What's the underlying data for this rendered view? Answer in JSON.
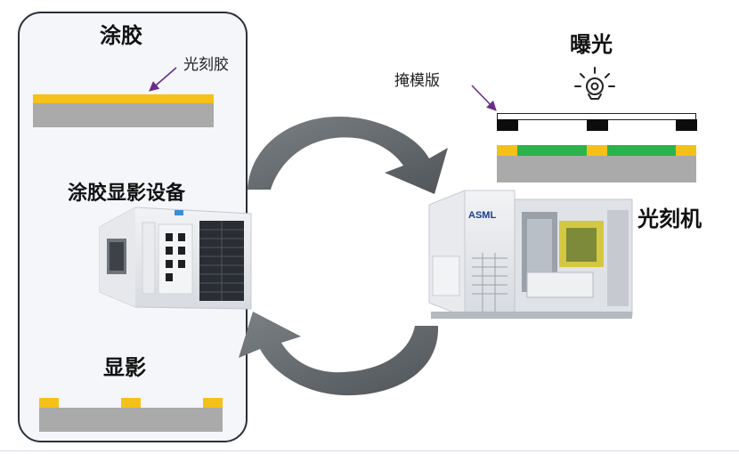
{
  "labels": {
    "coating": "涂胶",
    "photoresist": "光刻胶",
    "coating_developing_equipment": "涂胶显影设备",
    "developing": "显影",
    "exposure": "曝光",
    "mask": "掩模版",
    "lithography_machine": "光刻机",
    "asml_brand": "ASML"
  },
  "colors": {
    "photoresist": "#f5c118",
    "wafer": "#aaaaaa",
    "exposed_resist": "#2ab34a",
    "mask_block": "#0c0c0c",
    "process_arrow": "#5f666b",
    "panel_border": "#2a2f3a"
  }
}
